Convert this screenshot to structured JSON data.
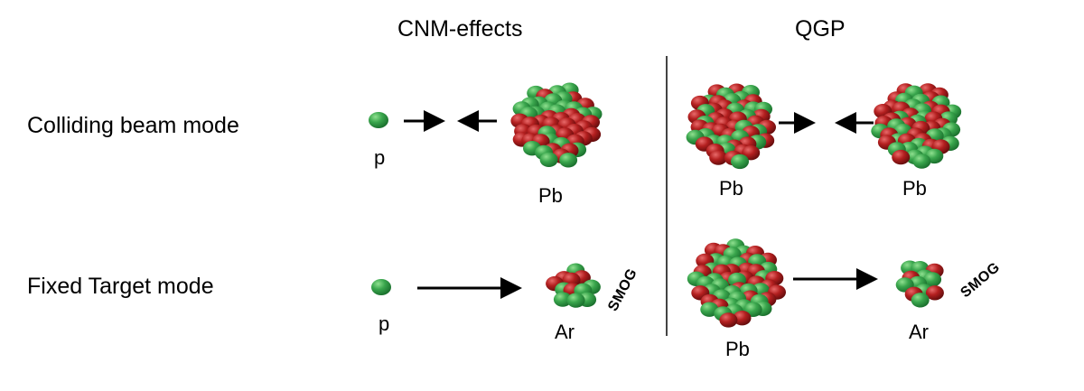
{
  "columns": {
    "cnm": "CNM-effects",
    "qgp": "QGP"
  },
  "rows": {
    "colliding": "Colliding beam mode",
    "fixed": "Fixed Target mode"
  },
  "labels": {
    "p_colliding": "p",
    "pb_cnm_colliding": "Pb",
    "pb_qgp_left": "Pb",
    "pb_qgp_right": "Pb",
    "p_fixed": "p",
    "ar_cnm_fixed": "Ar",
    "pb_qgp_fixed": "Pb",
    "ar_qgp_fixed": "Ar",
    "smog_cnm": "SMOG",
    "smog_qgp": "SMOG"
  },
  "colors": {
    "proton": "#2e9a44",
    "neutron": "#b01c1c",
    "arrow": "#000000",
    "divider": "#444444"
  }
}
